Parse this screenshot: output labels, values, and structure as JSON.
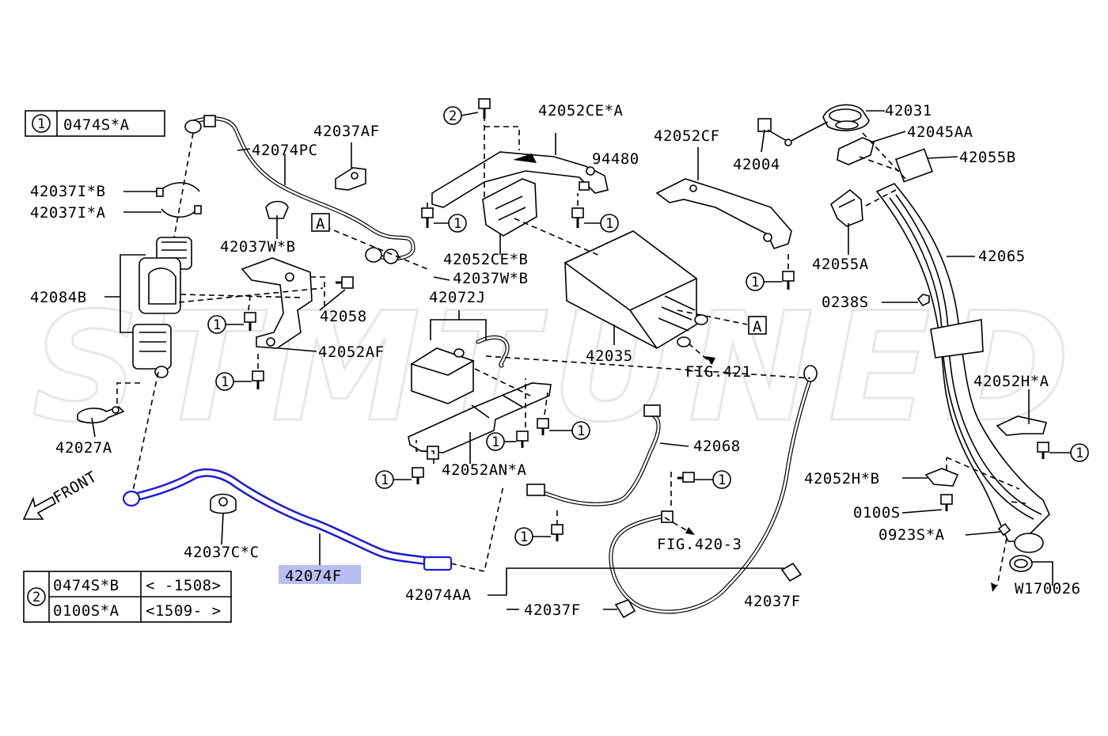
{
  "watermark": "STMTUNED",
  "notes": {
    "note1": {
      "marker": "1",
      "code": "0474S*A"
    },
    "note2": {
      "marker": "2",
      "rows": [
        {
          "code": "0474S*B",
          "range": "< -1508>"
        },
        {
          "code": "0100S*A",
          "range": "<1509- >"
        }
      ]
    }
  },
  "front_label": "FRONT",
  "refs": {
    "a1": "A",
    "a2": "A",
    "fig421": "FIG.421",
    "fig420": "FIG.420-3"
  },
  "circles": {
    "one": "1",
    "two": "2"
  },
  "labels": {
    "l42037IB": "42037I*B",
    "l42037IA": "42037I*A",
    "l42084B": "42084B",
    "l42027A": "42027A",
    "l42074PC": "42074PC",
    "l42037AF": "42037AF",
    "l42037WB1": "42037W*B",
    "l42058": "42058",
    "l42052AF": "42052AF",
    "l42052CEA": "42052CE*A",
    "l94480": "94480",
    "l42052CEB": "42052CE*B",
    "l42037WB2": "42037W*B",
    "l42072J": "42072J",
    "l42052CF": "42052CF",
    "l42004": "42004",
    "l42035": "42035",
    "l42031": "42031",
    "l42045AA": "42045AA",
    "l42055B": "42055B",
    "l42055A": "42055A",
    "l42065": "42065",
    "l0238S": "0238S",
    "l42052HA": "42052H*A",
    "l42052HB": "42052H*B",
    "l0100S": "0100S",
    "l0923SA": "0923S*A",
    "lW170026": "W170026",
    "l42068": "42068",
    "l42052ANA": "42052AN*A",
    "l42037CC": "42037C*C",
    "l42074F": "42074F",
    "l42074AA": "42074AA",
    "l42037F1": "42037F",
    "l42037F2": "42037F"
  },
  "highlight": {
    "part": "42074F",
    "color": "#1b1bd8",
    "label_bg": "#b8bff0"
  }
}
